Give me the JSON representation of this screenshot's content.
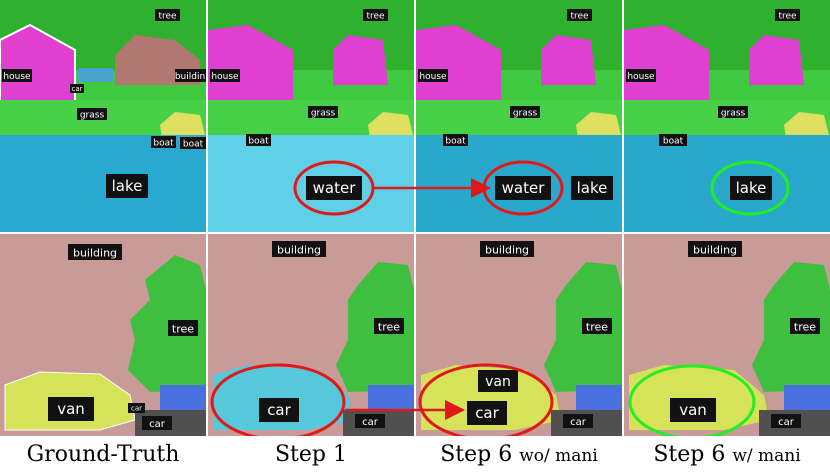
{
  "columns": [
    {
      "caption": "Ground-Truth",
      "top_labels": {
        "tree": "tree",
        "house": "house",
        "car": "car",
        "building": "buildin",
        "grass": "grass",
        "boat1": "boat",
        "boat2": "boat",
        "main": "lake"
      },
      "bottom_labels": {
        "building": "building",
        "tree": "tree",
        "main": "van",
        "car1": "car",
        "car2": "car"
      }
    },
    {
      "caption": "Step 1",
      "top_labels": {
        "tree": "tree",
        "house": "house",
        "grass": "grass",
        "boat": "boat",
        "main": "water"
      },
      "bottom_labels": {
        "building": "building",
        "tree": "tree",
        "main": "car",
        "car2": "car"
      }
    },
    {
      "caption_main": "Step 6 ",
      "caption_small": "wo/ mani",
      "top_labels": {
        "tree": "tree",
        "house": "house",
        "grass": "grass",
        "boat": "boat",
        "main": "water",
        "extra": "lake"
      },
      "bottom_labels": {
        "building": "building",
        "tree": "tree",
        "van": "van",
        "main": "car",
        "car2": "car"
      }
    },
    {
      "caption_main": "Step 6 ",
      "caption_small": "w/ mani",
      "top_labels": {
        "tree": "tree",
        "house": "house",
        "grass": "grass",
        "boat": "boat",
        "main": "lake"
      },
      "bottom_labels": {
        "building": "building",
        "tree": "tree",
        "main": "van",
        "car2": "car"
      }
    }
  ],
  "colors": {
    "tree_green": "#3fc93f",
    "house_magenta": "#e040d0",
    "water_blue": "#2aa8cc",
    "building_pink": "#c89a98",
    "van_yellow": "#d6e25a",
    "car_cyan": "#55c8dc",
    "red_circle": "#e01818",
    "green_circle": "#22ee22"
  }
}
